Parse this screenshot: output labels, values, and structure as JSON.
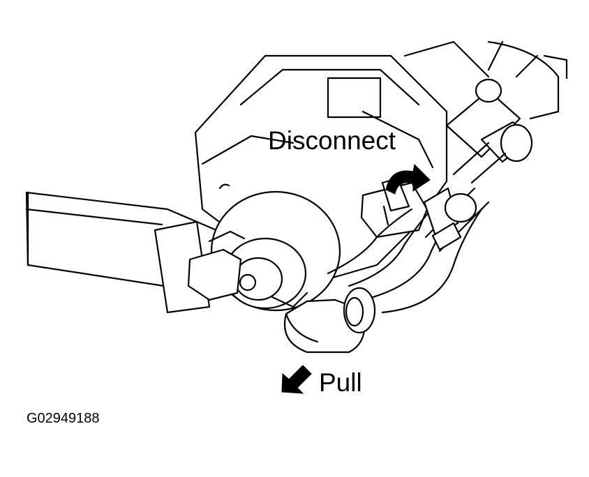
{
  "callouts": {
    "disconnect": "Disconnect",
    "pull": "Pull"
  },
  "figure_code": "G02949188",
  "colors": {
    "line": "#000000",
    "background": "#ffffff"
  },
  "icons": {
    "rotate_arrow": "curved-arrow-icon",
    "pull_arrow": "arrow-down-left-icon"
  }
}
